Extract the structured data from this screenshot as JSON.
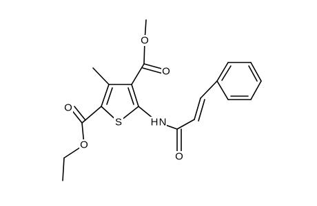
{
  "molecule": {
    "atom_labels": {
      "ring_sulfur": "S",
      "amide_nitrogen": "N",
      "amide_hydrogen": "H",
      "methyl_ester_ether_oxygen": "O",
      "methyl_ester_carbonyl_oxygen": "O",
      "ethyl_ester_carbonyl_oxygen": "O",
      "ethyl_ester_ether_oxygen": "O",
      "amide_carbonyl_oxygen": "O"
    }
  }
}
